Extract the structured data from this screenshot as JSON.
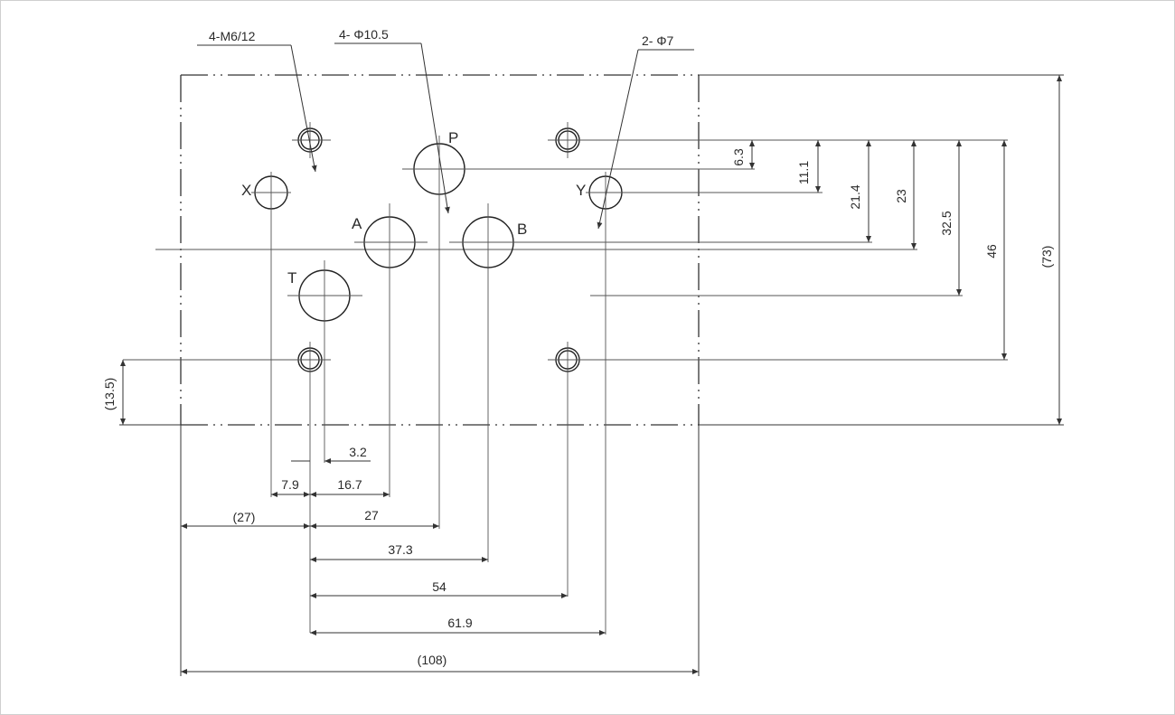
{
  "callouts": {
    "thread": "4-M6/12",
    "bore_large": "4- Φ10.5",
    "bore_small": "2- Φ7"
  },
  "ports": {
    "p": "P",
    "x": "X",
    "y": "Y",
    "a": "A",
    "b": "B",
    "t": "T"
  },
  "horizontal_dims": {
    "d3_2": "3.2",
    "d7_9": "7.9",
    "d16_7": "16.7",
    "d27_ref": "(27)",
    "d27": "27",
    "d37_3": "37.3",
    "d54": "54",
    "d61_9": "61.9",
    "d108_ref": "(108)"
  },
  "vertical_dims": {
    "d6_3": "6.3",
    "d11_1": "11.1",
    "d21_4": "21.4",
    "d23": "23",
    "d32_5": "32.5",
    "d46": "46",
    "d73_ref": "(73)",
    "d13_5_ref": "(13.5)"
  },
  "colors": {
    "line": "#333333",
    "text": "#2a2a2a",
    "border": "#cfcfcf"
  }
}
